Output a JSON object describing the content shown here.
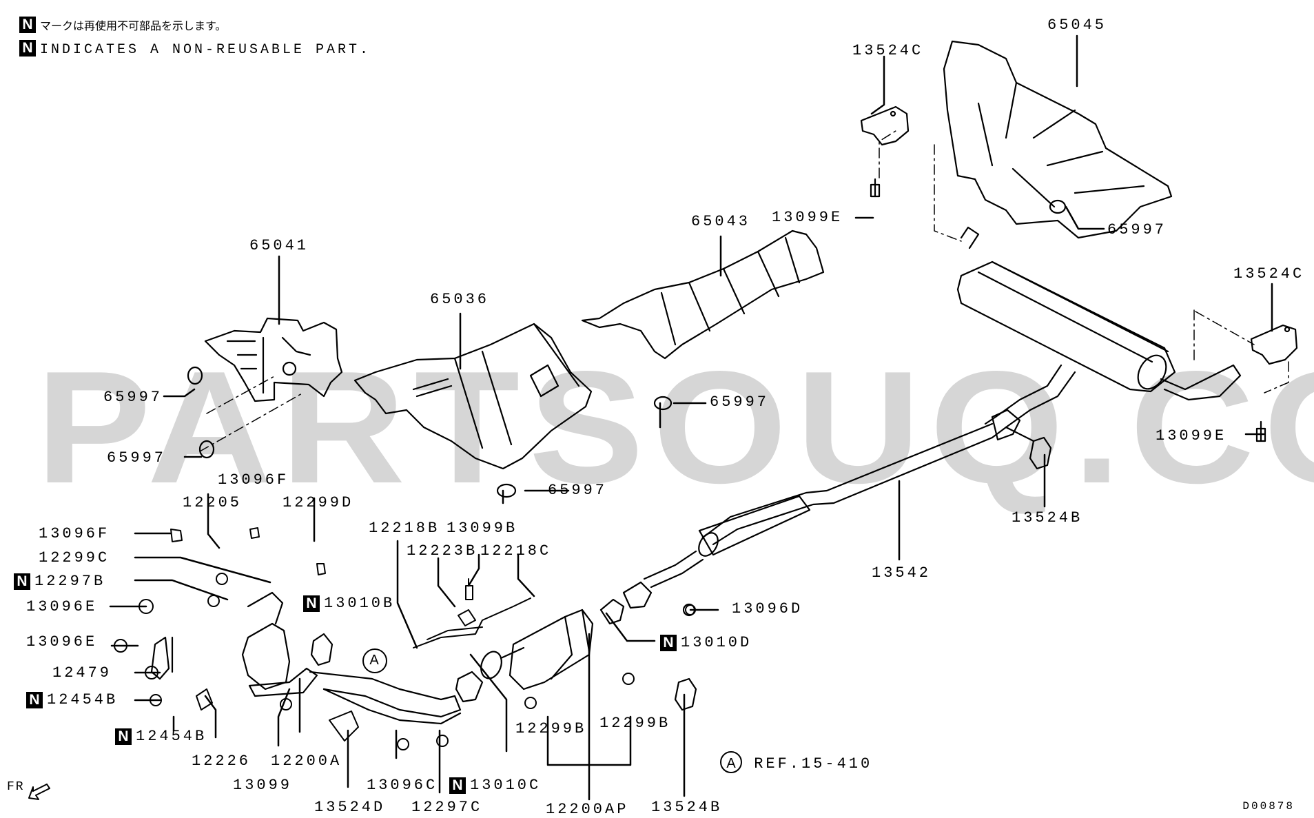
{
  "watermark": "PARTSOUQ.COM",
  "legend": {
    "badge": "N",
    "japanese": "マークは再使用不可部品を示します。",
    "english": "INDICATES A NON-REUSABLE PART."
  },
  "diagram_code": "D00878",
  "front_indicator": "FR",
  "reference": {
    "marker": "A",
    "text": "REF.15-410"
  },
  "callouts": {
    "a1": "A",
    "a2": "A"
  },
  "parts": [
    {
      "id": "p65041",
      "number": "65041",
      "non_reusable": false
    },
    {
      "id": "p65997a",
      "number": "65997",
      "non_reusable": false
    },
    {
      "id": "p65997b",
      "number": "65997",
      "non_reusable": false
    },
    {
      "id": "p65036",
      "number": "65036",
      "non_reusable": false
    },
    {
      "id": "p65997c",
      "number": "65997",
      "non_reusable": false
    },
    {
      "id": "p65043",
      "number": "65043",
      "non_reusable": false
    },
    {
      "id": "p65997d",
      "number": "65997",
      "non_reusable": false
    },
    {
      "id": "p13524Ca",
      "number": "13524C",
      "non_reusable": false
    },
    {
      "id": "p13099Ea",
      "number": "13099E",
      "non_reusable": false
    },
    {
      "id": "p65045",
      "number": "65045",
      "non_reusable": false
    },
    {
      "id": "p65997e",
      "number": "65997",
      "non_reusable": false
    },
    {
      "id": "p13524Cb",
      "number": "13524C",
      "non_reusable": false
    },
    {
      "id": "p13099Eb",
      "number": "13099E",
      "non_reusable": false
    },
    {
      "id": "p13524Ba",
      "number": "13524B",
      "non_reusable": false
    },
    {
      "id": "p13542",
      "number": "13542",
      "non_reusable": false
    },
    {
      "id": "p13096Fa",
      "number": "13096F",
      "non_reusable": false
    },
    {
      "id": "p12205",
      "number": "12205",
      "non_reusable": false
    },
    {
      "id": "p12299D",
      "number": "12299D",
      "non_reusable": false
    },
    {
      "id": "p13096Fb",
      "number": "13096F",
      "non_reusable": false
    },
    {
      "id": "p12299C",
      "number": "12299C",
      "non_reusable": false
    },
    {
      "id": "p12297B",
      "number": "12297B",
      "non_reusable": true
    },
    {
      "id": "p13096Ea",
      "number": "13096E",
      "non_reusable": false
    },
    {
      "id": "p13010B",
      "number": "13010B",
      "non_reusable": true
    },
    {
      "id": "p13096Eb",
      "number": "13096E",
      "non_reusable": false
    },
    {
      "id": "p12479",
      "number": "12479",
      "non_reusable": false
    },
    {
      "id": "p12454Ba",
      "number": "12454B",
      "non_reusable": true
    },
    {
      "id": "p12454Bb",
      "number": "12454B",
      "non_reusable": true
    },
    {
      "id": "p12226",
      "number": "12226",
      "non_reusable": false
    },
    {
      "id": "p13099",
      "number": "13099",
      "non_reusable": false
    },
    {
      "id": "p12200A",
      "number": "12200A",
      "non_reusable": false
    },
    {
      "id": "p13524D",
      "number": "13524D",
      "non_reusable": false
    },
    {
      "id": "p13096C",
      "number": "13096C",
      "non_reusable": false
    },
    {
      "id": "p12297C",
      "number": "12297C",
      "non_reusable": false
    },
    {
      "id": "p13010C",
      "number": "13010C",
      "non_reusable": true
    },
    {
      "id": "p12218B",
      "number": "12218B",
      "non_reusable": false
    },
    {
      "id": "p13099B",
      "number": "13099B",
      "non_reusable": false
    },
    {
      "id": "p12223B",
      "number": "12223B",
      "non_reusable": false
    },
    {
      "id": "p12218C",
      "number": "12218C",
      "non_reusable": false
    },
    {
      "id": "p12299Ba",
      "number": "12299B",
      "non_reusable": false
    },
    {
      "id": "p12299Bb",
      "number": "12299B",
      "non_reusable": false
    },
    {
      "id": "p12200AP",
      "number": "12200AP",
      "non_reusable": false
    },
    {
      "id": "p13524Bb",
      "number": "13524B",
      "non_reusable": false
    },
    {
      "id": "p13010D",
      "number": "13010D",
      "non_reusable": true
    },
    {
      "id": "p13096D",
      "number": "13096D",
      "non_reusable": false
    }
  ]
}
